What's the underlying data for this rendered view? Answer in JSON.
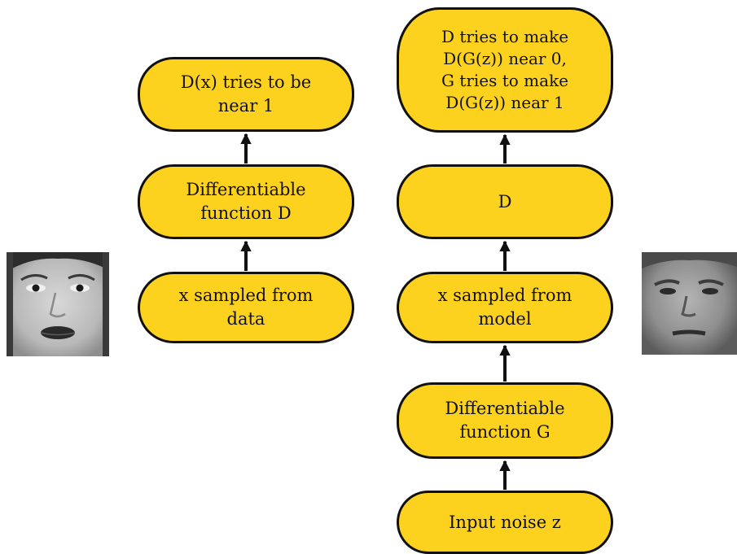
{
  "diagram": {
    "colors": {
      "node_fill": "#fcd21e",
      "border": "#111111",
      "arrow": "#111111"
    },
    "left_column": {
      "output": {
        "lines": [
          "D(x) tries to be",
          "near 1"
        ]
      },
      "discriminator": {
        "lines": [
          "Differentiable",
          "function D"
        ]
      },
      "input": {
        "lines": [
          "x sampled from",
          "data"
        ]
      }
    },
    "right_column": {
      "output": {
        "lines": [
          "D tries to make",
          "D(G(z)) near 0,",
          "G tries to make",
          "D(G(z)) near 1"
        ]
      },
      "discriminator": {
        "lines": [
          "D"
        ]
      },
      "sample": {
        "lines": [
          "x sampled from",
          "model"
        ]
      },
      "generator": {
        "lines": [
          "Differentiable",
          "function G"
        ]
      },
      "noise": {
        "lines": [
          "Input noise z"
        ]
      }
    },
    "images": {
      "real_face": {
        "kind": "photo",
        "subject": "real grayscale face"
      },
      "generated_face": {
        "kind": "photo",
        "subject": "generated grayscale face"
      }
    }
  }
}
